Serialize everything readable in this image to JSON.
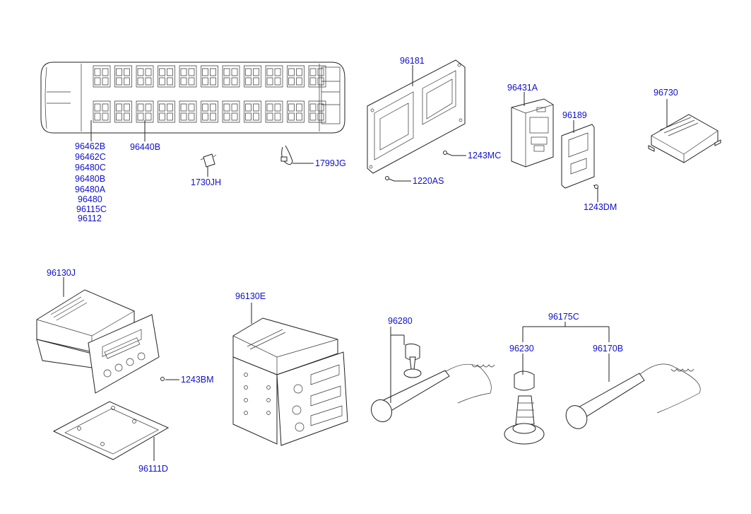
{
  "parts": {
    "p96462B": "96462B",
    "p96462C": "96462C",
    "p96480C": "96480C",
    "p96480B": "96480B",
    "p96480A": "96480A",
    "p96480": "96480",
    "p96115C": "96115C",
    "p96112": "96112",
    "p96440B": "96440B",
    "p1730JH": "1730JH",
    "p1799JG": "1799JG",
    "p96181": "96181",
    "p1243MC": "1243MC",
    "p1220AS": "1220AS",
    "p96431A": "96431A",
    "p96189": "96189",
    "p1243DM": "1243DM",
    "p96730": "96730",
    "p96130J": "96130J",
    "p1243BM": "1243BM",
    "p96111D": "96111D",
    "p96130E": "96130E",
    "p96280": "96280",
    "p96175C": "96175C",
    "p96230": "96230",
    "p96170B": "96170B"
  },
  "colors": {
    "label": "#1010c8",
    "line": "#222222",
    "background": "#ffffff"
  }
}
